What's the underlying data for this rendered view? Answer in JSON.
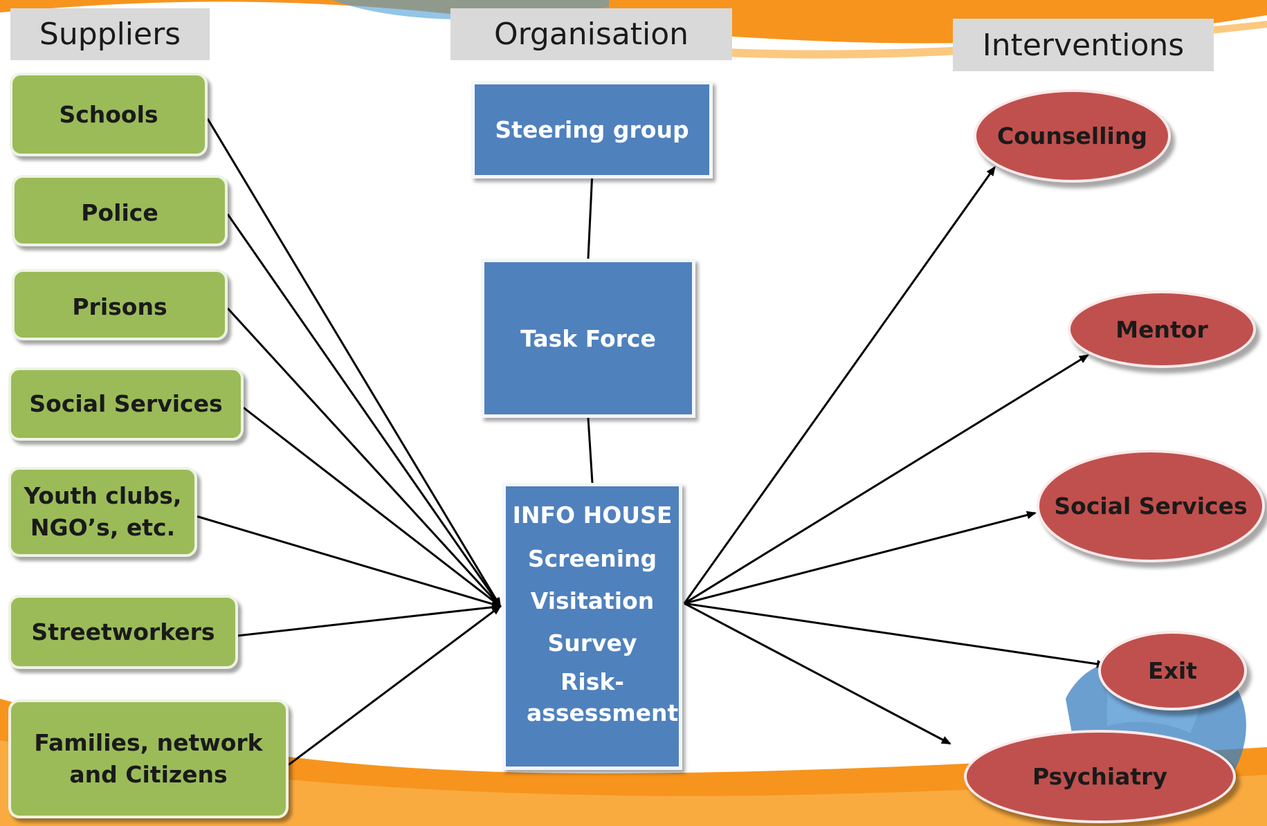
{
  "headers": {
    "suppliers": "Suppliers",
    "organisation": "Organisation",
    "interventions": "Interventions"
  },
  "suppliers": [
    {
      "key": "schools",
      "label": "Schools"
    },
    {
      "key": "police",
      "label": "Police"
    },
    {
      "key": "prisons",
      "label": "Prisons"
    },
    {
      "key": "social_services",
      "label": "Social Services"
    },
    {
      "key": "youth_clubs",
      "label": "Youth clubs, NGO’s, etc."
    },
    {
      "key": "streetworkers",
      "label": "Streetworkers"
    },
    {
      "key": "families",
      "label": "Families, network and Citizens"
    }
  ],
  "organisation": {
    "steering_group": "Steering group",
    "task_force": "Task Force",
    "info_house": {
      "title": "INFO HOUSE",
      "items": [
        "Screening",
        "Visitation",
        "Survey",
        "Risk-assessment"
      ]
    }
  },
  "interventions": [
    {
      "key": "counselling",
      "label": "Counselling"
    },
    {
      "key": "mentor",
      "label": "Mentor"
    },
    {
      "key": "social_services",
      "label": "Social Services"
    },
    {
      "key": "exit",
      "label": "Exit"
    },
    {
      "key": "psychiatry",
      "label": "Psychiatry"
    }
  ],
  "colors": {
    "supplier_fill": "#9bbb59",
    "organisation_fill": "#4f81bd",
    "intervention_fill": "#c0504d",
    "header_fill": "#d9d9d9",
    "banner_orange": "#f7941d",
    "banner_blue": "#4a9fd8"
  },
  "edges": [
    {
      "from": "schools",
      "to": "info_house",
      "arrow": true
    },
    {
      "from": "police",
      "to": "info_house",
      "arrow": true
    },
    {
      "from": "prisons",
      "to": "info_house",
      "arrow": true
    },
    {
      "from": "social_services",
      "to": "info_house",
      "arrow": true
    },
    {
      "from": "youth_clubs",
      "to": "info_house",
      "arrow": true
    },
    {
      "from": "streetworkers",
      "to": "info_house",
      "arrow": true
    },
    {
      "from": "families",
      "to": "info_house",
      "arrow": true
    },
    {
      "from": "steering_group",
      "to": "task_force",
      "arrow": false
    },
    {
      "from": "task_force",
      "to": "info_house",
      "arrow": false
    },
    {
      "from": "info_house",
      "to": "counselling",
      "arrow": true
    },
    {
      "from": "info_house",
      "to": "mentor",
      "arrow": true
    },
    {
      "from": "info_house",
      "to": "social_services_out",
      "arrow": true
    },
    {
      "from": "info_house",
      "to": "exit",
      "arrow": true
    },
    {
      "from": "info_house",
      "to": "psychiatry",
      "arrow": true
    }
  ]
}
